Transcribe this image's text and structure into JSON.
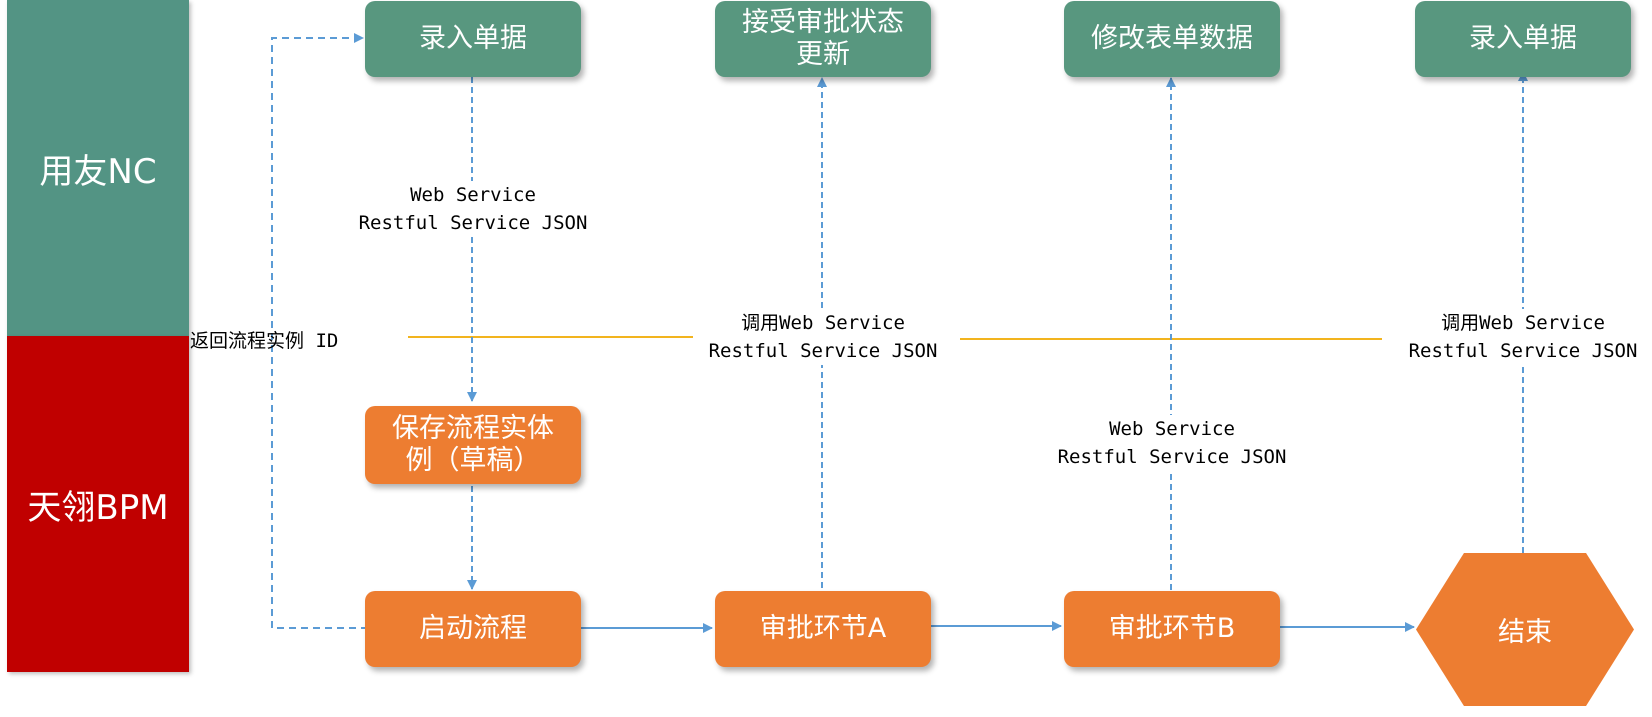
{
  "lanes": {
    "nc": "用友NC",
    "bpm": "天翎BPM"
  },
  "nodes": {
    "entry_1": "录入单据",
    "receive_status": [
      "接受审批状态",
      "更新"
    ],
    "modify_form": "修改表单数据",
    "entry_2": "录入单据",
    "save_instance": [
      "保存流程实体",
      "例（草稿）"
    ],
    "start_flow": "启动流程",
    "approval_a": "审批环节A",
    "approval_b": "审批环节B",
    "end": "结束"
  },
  "labels": {
    "ws_1": [
      "Web Service",
      "Restful Service JSON"
    ],
    "return_id": "返回流程实例 ID",
    "call_ws_a": [
      "调用Web Service",
      "Restful Service JSON"
    ],
    "ws_b": [
      "Web Service",
      "Restful Service JSON"
    ],
    "call_ws_end": [
      "调用Web Service",
      "Restful Service JSON"
    ]
  },
  "colors": {
    "nc_lane": "#539484",
    "bpm_lane": "#c00000",
    "nc_node": "#58977f",
    "bpm_node": "#ed7d31",
    "connector": "#5b9bd5",
    "divider": "#f2b41e"
  }
}
